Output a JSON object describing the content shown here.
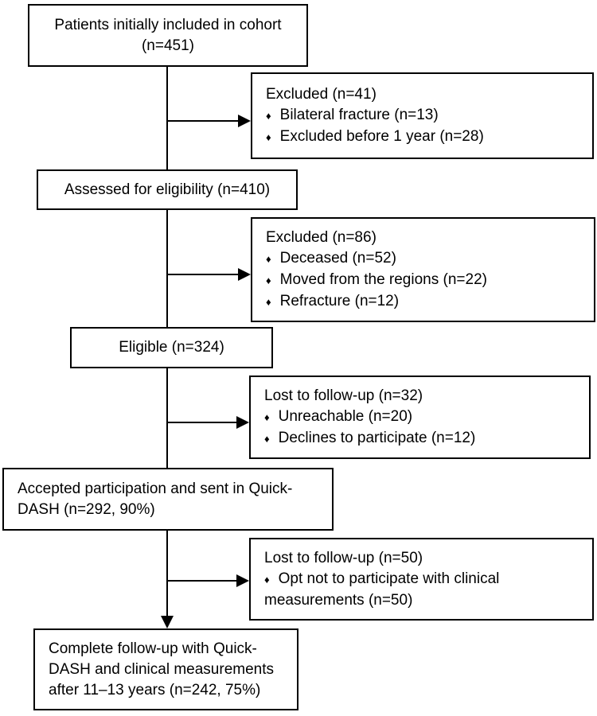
{
  "bullet_char": "♦",
  "colors": {
    "border": "#000000",
    "text": "#000000",
    "background": "#ffffff"
  },
  "boxes": {
    "cohort": {
      "text": "Patients initially included in cohort (n=451)"
    },
    "excluded_41": {
      "title": "Excluded (n=41)",
      "items": [
        "Bilateral fracture (n=13)",
        "Excluded before 1 year (n=28)"
      ]
    },
    "assessed": {
      "text": "Assessed for eligibility (n=410)"
    },
    "excluded_86": {
      "title": "Excluded (n=86)",
      "items": [
        "Deceased (n=52)",
        "Moved from the regions (n=22)",
        "Refracture (n=12)"
      ]
    },
    "eligible": {
      "text": "Eligible (n=324)"
    },
    "lost_32": {
      "title": "Lost to follow-up (n=32)",
      "items": [
        "Unreachable (n=20)",
        "Declines to participate (n=12)"
      ]
    },
    "accepted": {
      "text": "Accepted participation and sent in Quick-DASH (n=292, 90%)"
    },
    "lost_50": {
      "title": "Lost to follow-up (n=50)",
      "items": [
        "Opt not to participate with clinical measurements (n=50)"
      ]
    },
    "complete": {
      "text": "Complete follow-up with Quick-DASH and clinical measurements after 11–13 years (n=242, 75%)"
    }
  }
}
